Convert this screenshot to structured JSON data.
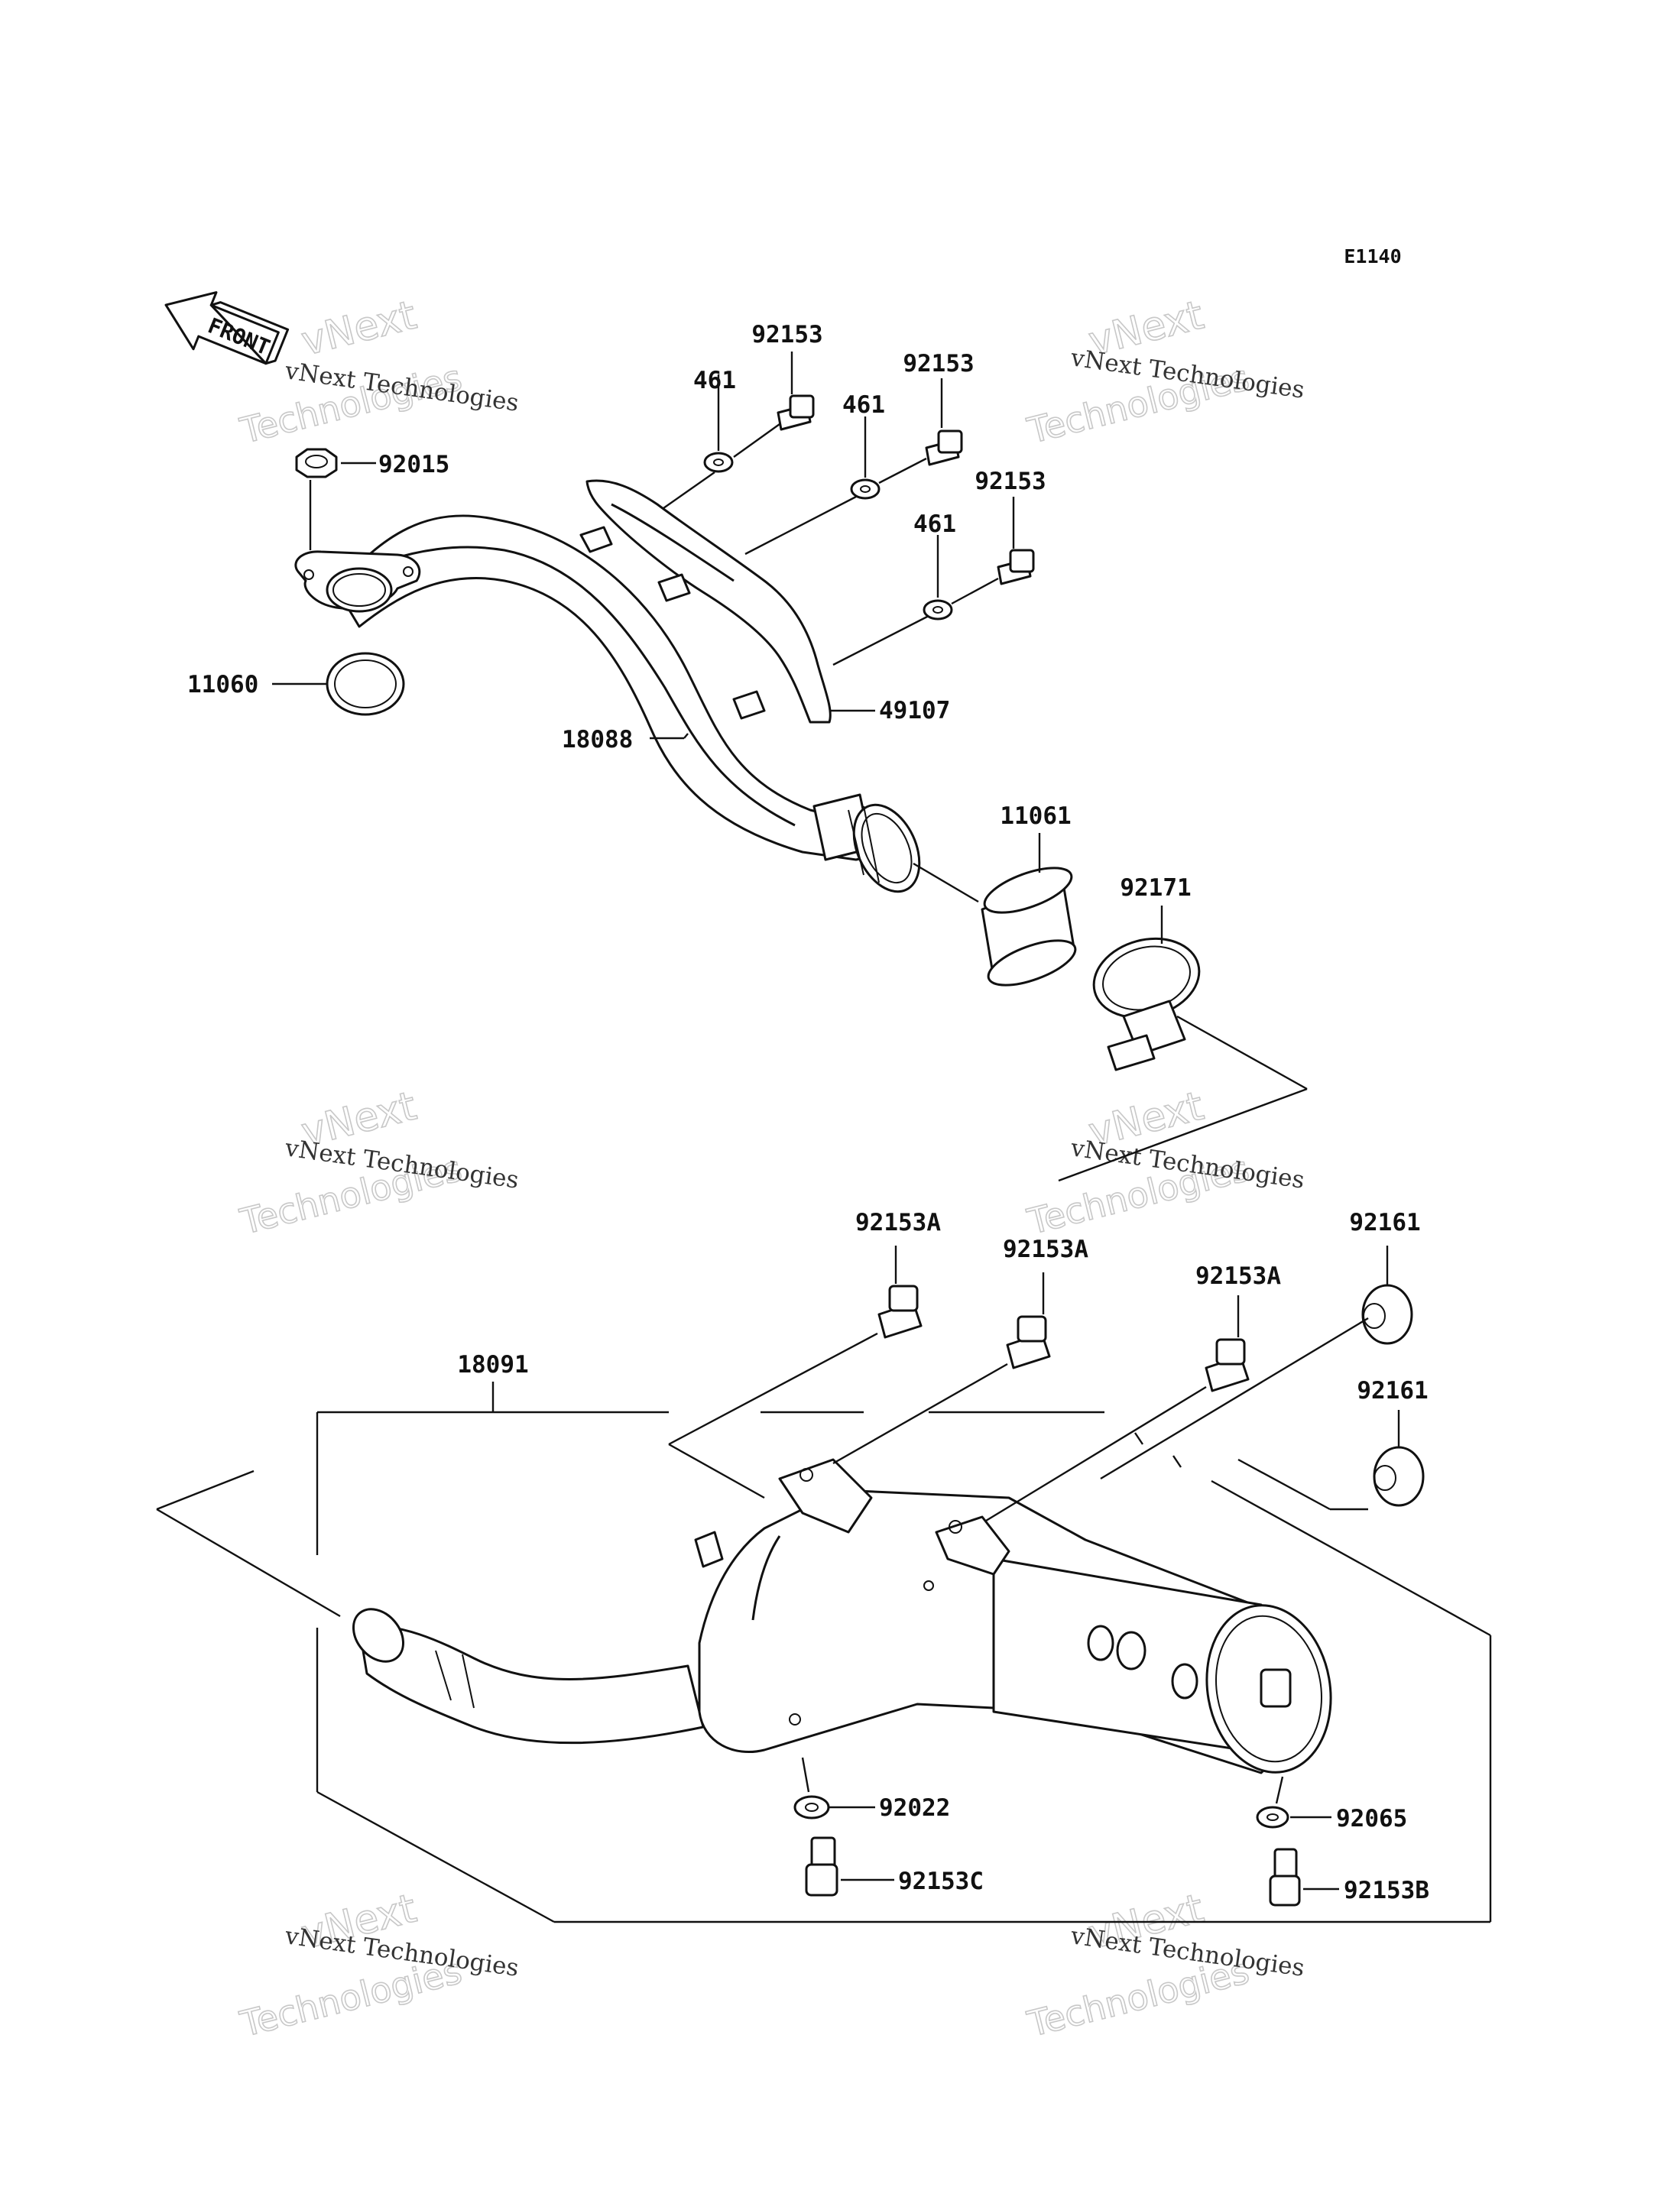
{
  "diagram": {
    "code": "E1140",
    "front_marker": "FRONT",
    "watermark": {
      "line1": "vNext Technologies",
      "line2": "vNext",
      "line3": "Technologies"
    },
    "callouts": [
      {
        "id": "c-92153-a",
        "text": "92153"
      },
      {
        "id": "c-92153-b",
        "text": "92153"
      },
      {
        "id": "c-92153-c",
        "text": "92153"
      },
      {
        "id": "c-461-a",
        "text": "461"
      },
      {
        "id": "c-461-b",
        "text": "461"
      },
      {
        "id": "c-461-c",
        "text": "461"
      },
      {
        "id": "c-92015",
        "text": "92015"
      },
      {
        "id": "c-11060",
        "text": "11060"
      },
      {
        "id": "c-18088",
        "text": "18088"
      },
      {
        "id": "c-49107",
        "text": "49107"
      },
      {
        "id": "c-11061",
        "text": "11061"
      },
      {
        "id": "c-92171",
        "text": "92171"
      },
      {
        "id": "c-92153A-a",
        "text": "92153A"
      },
      {
        "id": "c-92153A-b",
        "text": "92153A"
      },
      {
        "id": "c-92153A-c",
        "text": "92153A"
      },
      {
        "id": "c-92161-a",
        "text": "92161"
      },
      {
        "id": "c-92161-b",
        "text": "92161"
      },
      {
        "id": "c-18091",
        "text": "18091"
      },
      {
        "id": "c-92022",
        "text": "92022"
      },
      {
        "id": "c-92065",
        "text": "92065"
      },
      {
        "id": "c-92153C",
        "text": "92153C"
      },
      {
        "id": "c-92153B",
        "text": "92153B"
      }
    ]
  }
}
